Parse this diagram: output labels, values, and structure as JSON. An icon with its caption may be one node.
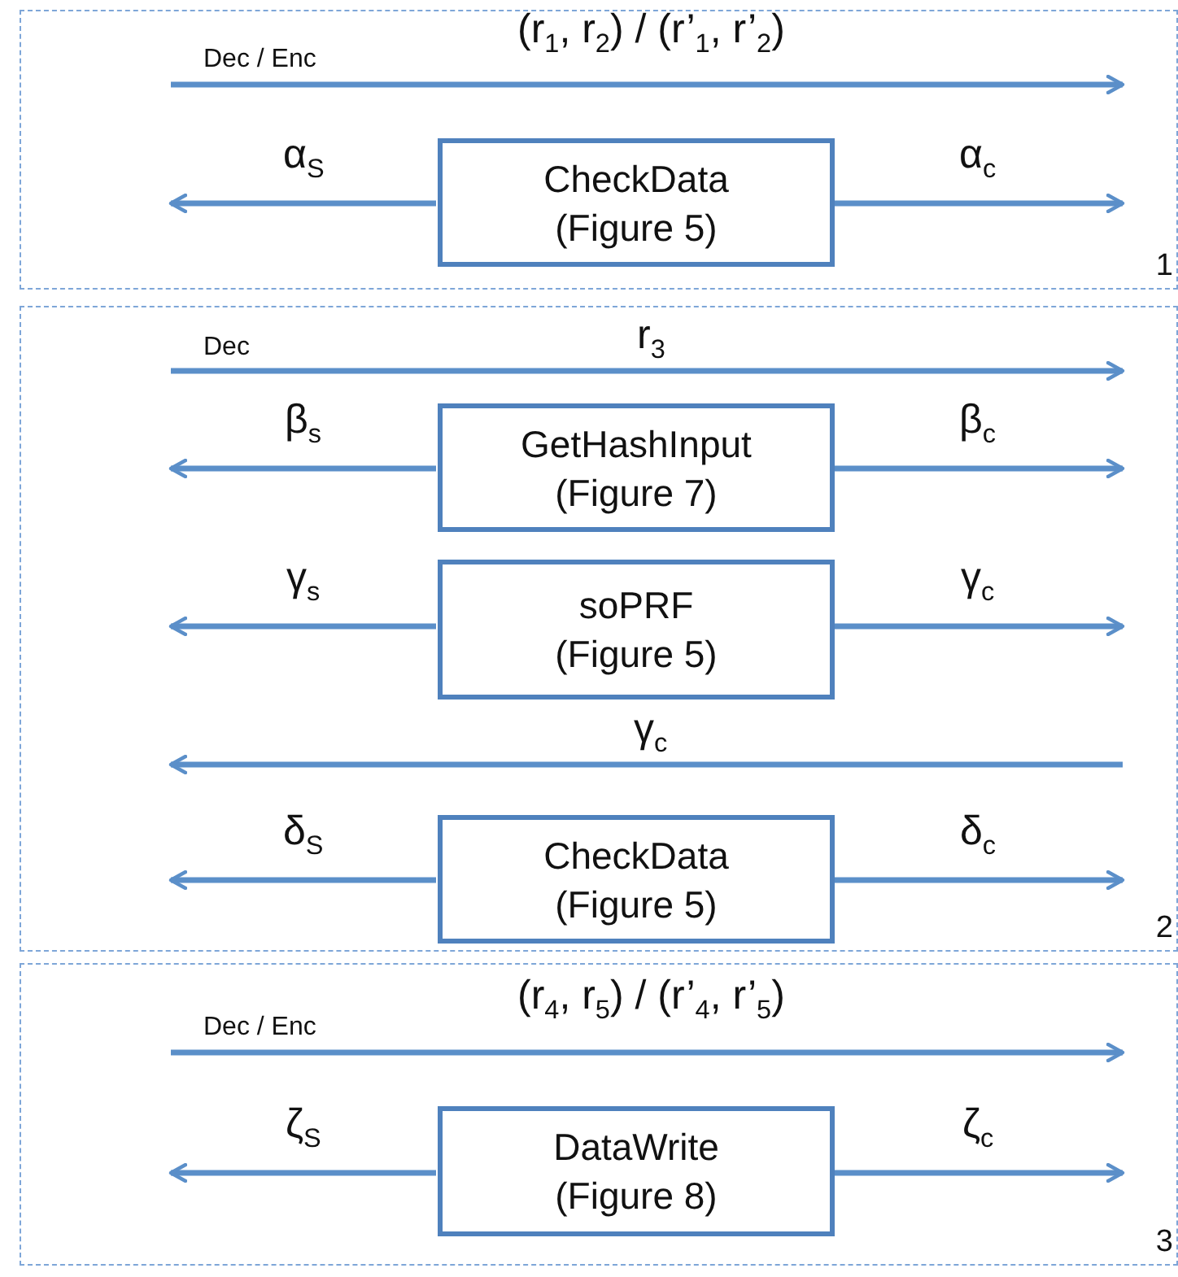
{
  "diagram": {
    "nodes": [
      {
        "text": [
          "1"
        ]
      },
      {
        "text": [
          "CheckData",
          "(Figure 5)"
        ],
        "in": 0
      },
      {
        "text": [
          "2"
        ]
      },
      {
        "text": [
          "GetHashInput",
          "(Figure 7)"
        ],
        "in": 2
      },
      {
        "text": [
          "soPRF",
          "(Figure 5)"
        ],
        "in": 2
      },
      {
        "text": [
          "CheckData",
          "(Figure 5)"
        ],
        "in": 2
      },
      {
        "text": [
          "3"
        ]
      },
      {
        "text": [
          "DataWrite",
          "(Figure 8)"
        ],
        "in": 6
      }
    ],
    "edges": [
      {
        "from": 1,
        "to": null,
        "arrow": "to",
        "label": "α$_{S}$"
      },
      {
        "from": 1,
        "to": null,
        "arrow": "to",
        "label": "α$_{c}$"
      },
      {
        "from": 3,
        "to": null,
        "arrow": "to",
        "label": "β$_{s}$"
      },
      {
        "from": 3,
        "to": null,
        "arrow": "to",
        "label": "β$_{c}$"
      },
      {
        "from": 4,
        "to": null,
        "arrow": "to",
        "label": "γ$_{s}$"
      },
      {
        "from": 4,
        "to": null,
        "arrow": "to",
        "label": "γ$_{c}$"
      },
      {
        "from": 5,
        "to": null,
        "arrow": "to",
        "label": "δ$_{S}$"
      },
      {
        "from": 5,
        "to": null,
        "arrow": "to",
        "label": "δ$_{c}$"
      },
      {
        "from": 7,
        "to": null,
        "arrow": "to",
        "label": "ζ$_{S}$"
      },
      {
        "from": 7,
        "to": null,
        "arrow": "to",
        "label": "ζ$_{c}$"
      }
    ],
    "labels": [
      "Dec / Enc",
      "(r$_{1}$, r$_{2}$) / (r’$_{1}$, r’$_{2}$)",
      "Dec",
      "r$_{3}$",
      "γ$_{c}$",
      "Dec / Enc",
      "(r$_{4}$, r$_{5}$) / (r’$_{4}$, r’$_{5}$)"
    ]
  }
}
